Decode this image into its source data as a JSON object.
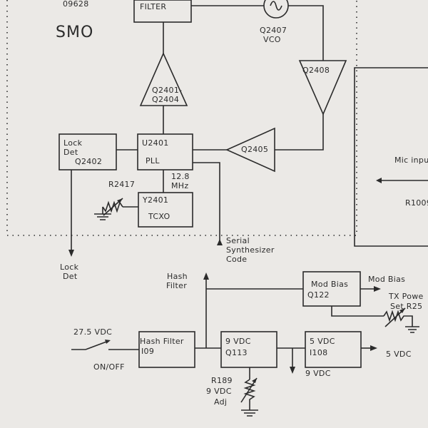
{
  "labels": {
    "corner_code": "09628",
    "section_name": "SMO",
    "filter_block": "FILTER",
    "vco_ref": "Q2407",
    "vco_name": "VCO",
    "amp_q2408": "Q2408",
    "amp_q2401_a": "Q2401-",
    "amp_q2401_b": "Q2404",
    "lock_det_a": "Lock",
    "lock_det_b": "Det",
    "lock_det_ref": "Q2402",
    "pll_ref": "U2401",
    "pll_name": "PLL",
    "amp_q2405": "Q2405",
    "freq_a": "12.8",
    "freq_b": "MHz",
    "r2417": "R2417",
    "tcxo_ref": "Y2401",
    "tcxo_name": "TCXO",
    "mic_input": "Mic inpu",
    "r1009": "R1009",
    "out_lock_a": "Lock",
    "out_lock_b": "Det",
    "serial_a": "Serial",
    "serial_b": "Synthesizer",
    "serial_c": "Code",
    "hash_filter_a": "Hash",
    "hash_filter_b": "Filter",
    "mod_bias_box_a": "Mod Bias",
    "mod_bias_box_b": "Q122",
    "mod_bias_out": "Mod Bias",
    "tx_power_a": "TX Powe",
    "tx_power_b": "Set R25",
    "vdc_27": "27.5 VDC",
    "on_off": "ON/OFF",
    "hash_box_a": "Hash Filter",
    "hash_box_b": "I09",
    "nine_box_a": "9 VDC",
    "nine_box_b": "Q113",
    "five_box_a": "5 VDC",
    "five_box_b": "I108",
    "five_out": "5 VDC",
    "nine_out": "9 VDC",
    "r189_a": "R189",
    "r189_b": "9 VDC",
    "r189_c": "Adj"
  }
}
